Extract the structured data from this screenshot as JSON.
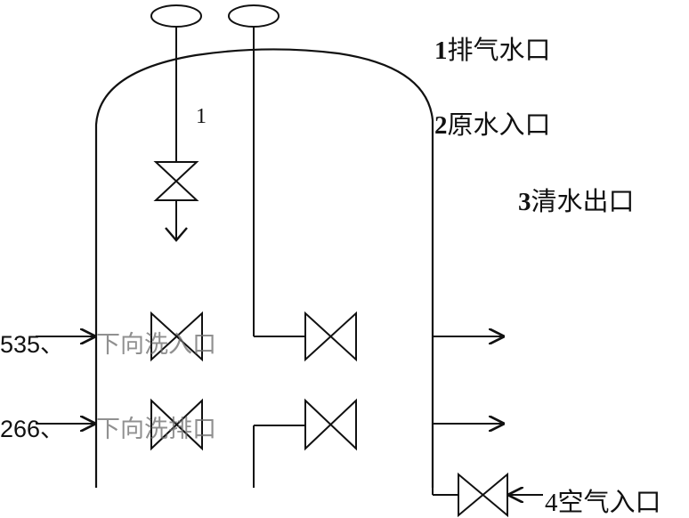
{
  "legend": [
    {
      "num": "1",
      "text": "排气水口"
    },
    {
      "num": "2",
      "text": "原水入口"
    },
    {
      "num": "3",
      "text": "清水出口"
    },
    {
      "num": "4",
      "text": "空气入口"
    }
  ],
  "valve_label": "1",
  "inlets": [
    {
      "code": "535、",
      "text": "下向洗入口"
    },
    {
      "code": "266、",
      "text": "下向洗排口"
    }
  ]
}
